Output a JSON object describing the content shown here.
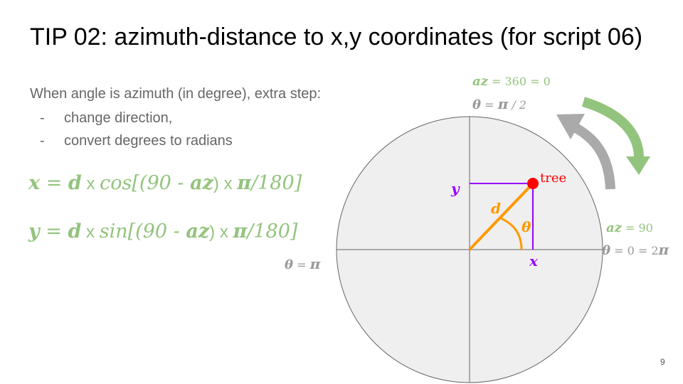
{
  "title": "TIP 02: azimuth-distance to x,y coordinates (for script 06)",
  "intro": "When angle is azimuth (in degree), extra step:",
  "bullets": [
    {
      "dash": "-",
      "text": "change direction,"
    },
    {
      "dash": "-",
      "text": "convert degrees to radians"
    }
  ],
  "formula_x": {
    "lhs": "x",
    "eq": " = ",
    "d": "d",
    "times1": " x ",
    "func": "cos[(90 - ",
    "az": "az",
    "close": ") x ",
    "pi": "π",
    "tail": "/180]"
  },
  "formula_y": {
    "lhs": "y",
    "eq": " = ",
    "d": "d",
    "times1": " x ",
    "func": "sin[(90 - ",
    "az": "az",
    "close": ") x ",
    "pi": "π",
    "tail": "/180]"
  },
  "diagram": {
    "top_az_label": "az",
    "top_az_value": " = 360 = 0",
    "top_theta_label": "θ",
    "top_theta_eq": " = ",
    "top_theta_pi": "π",
    "top_theta_div": " / 2",
    "right_az_label": "az",
    "right_az_value": " = 90",
    "right_theta_label": "θ",
    "right_theta_value": " = 0 = 2",
    "right_theta_pi": "π",
    "left_theta_label": "θ",
    "left_theta_eq": " = ",
    "left_theta_pi": "π",
    "tree_label": "tree",
    "d_label": "d",
    "theta_label": "θ",
    "x_label": "x",
    "y_label": "y"
  },
  "colors": {
    "green": "#93c47d",
    "gray": "#999999",
    "orange": "#ff9900",
    "purple": "#9900ff",
    "red": "#ff0000",
    "circle_fill": "#efefef"
  },
  "page_number": "9"
}
